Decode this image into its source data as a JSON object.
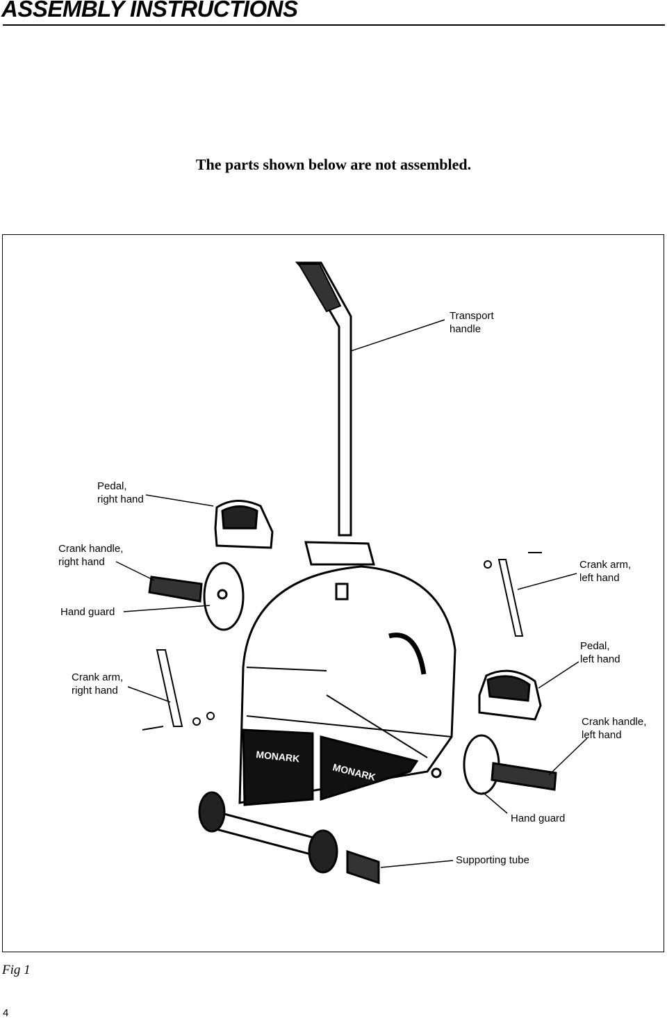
{
  "header": {
    "title": "ASSEMBLY INSTRUCTIONS"
  },
  "intro": "The parts shown below are not assembled.",
  "figure": {
    "brand_text": "MONARK",
    "labels": {
      "transport_handle": "Transport\nhandle",
      "pedal_right": "Pedal,\nright hand",
      "crank_handle_right": "Crank handle,\nright hand",
      "crank_arm_left": "Crank arm,\nleft hand",
      "hand_guard_1": "Hand guard",
      "crank_arm_right": "Crank arm,\nright hand",
      "pedal_left": "Pedal,\nleft hand",
      "crank_handle_left": "Crank handle,\nleft hand",
      "hand_guard_2": "Hand guard",
      "supporting_tube": "Supporting tube"
    }
  },
  "caption": "Fig 1",
  "page_number": "4"
}
